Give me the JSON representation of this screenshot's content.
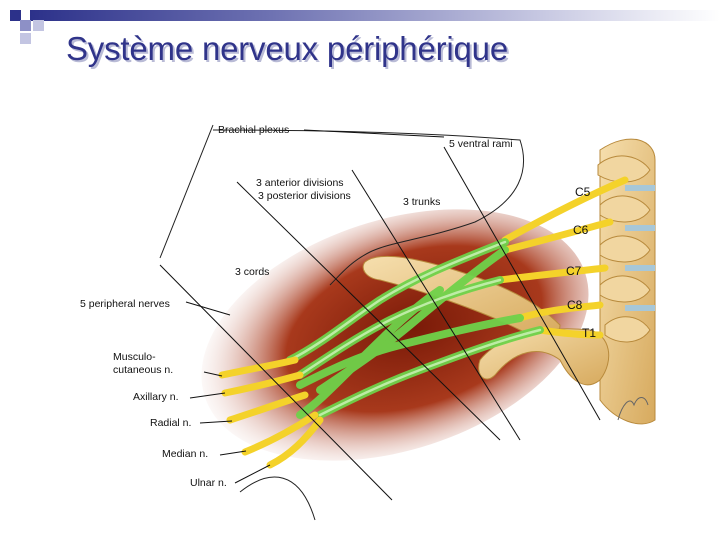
{
  "title": "Système nerveux périphérique",
  "labels": {
    "brachial_plexus": "Brachial plexus",
    "ventral_rami": "5 ventral rami",
    "anterior_divisions": "3 anterior divisions",
    "posterior_divisions": "3 posterior divisions",
    "trunks": "3 trunks",
    "cords": "3 cords",
    "peripheral_nerves": "5 peripheral nerves",
    "musculo_1": "Musculo-",
    "musculo_2": "cutaneous n.",
    "axillary": "Axillary n.",
    "radial": "Radial n.",
    "median": "Median n.",
    "ulnar": "Ulnar n."
  },
  "vertebrae": [
    "C5",
    "C6",
    "C7",
    "C8",
    "T1"
  ],
  "colors": {
    "title": "#30348a",
    "nerve_yellow": "#f4d22a",
    "nerve_green": "#6fd24a",
    "muscle_red": "#9b2a14",
    "bone": "#e9c98a"
  }
}
